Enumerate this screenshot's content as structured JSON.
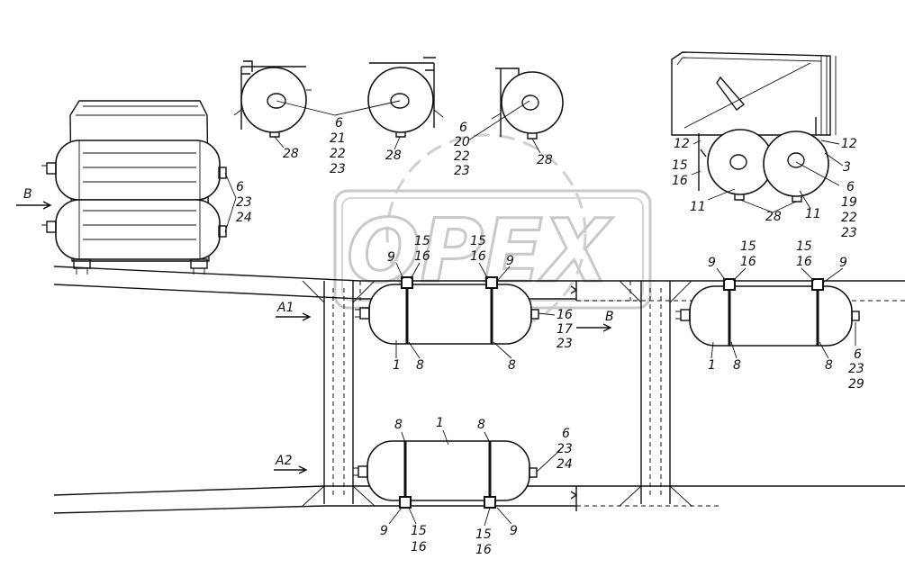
{
  "watermark": "OPEX",
  "arrows": {
    "b_left": "B",
    "b_mid": "B",
    "a1": "A1",
    "a2": "A2"
  },
  "labels": {
    "front_left_tanks": [
      "6",
      "23",
      "24"
    ],
    "top_view_1": [
      "6",
      "21",
      "22",
      "23"
    ],
    "top_view_1_28a": "28",
    "top_view_1_28b": "28",
    "top_view_2": [
      "6",
      "20",
      "22",
      "23"
    ],
    "top_view_2_28": "28",
    "right_view": {
      "l12a": "12",
      "l12b": "12",
      "l3": "3",
      "l15": "15",
      "l16": "16",
      "l11a": "11",
      "l11b": "11",
      "l28": "28",
      "stack": [
        "6",
        "19",
        "22",
        "23"
      ]
    },
    "upper_tank": {
      "l9a": "9",
      "l15a": "15",
      "l16a": "16",
      "l15b": "15",
      "l16b": "16",
      "l9b": "9",
      "right": [
        "16",
        "17",
        "23"
      ],
      "l1": "1",
      "l8a": "8",
      "l8b": "8"
    },
    "lower_tank": {
      "l8a": "8",
      "l1": "1",
      "l8b": "8",
      "right": [
        "6",
        "23",
        "24"
      ],
      "l9a": "9",
      "l15a": "15",
      "l16a": "16",
      "l15b": "15",
      "l16b": "16",
      "l9b": "9"
    },
    "right_tank": {
      "l9a": "9",
      "l15a": "15",
      "l16a": "16",
      "l15b": "15",
      "l16b": "16",
      "l9b": "9",
      "l1": "1",
      "l8a": "8",
      "l8b": "8",
      "right": [
        "6",
        "23",
        "29"
      ]
    }
  }
}
